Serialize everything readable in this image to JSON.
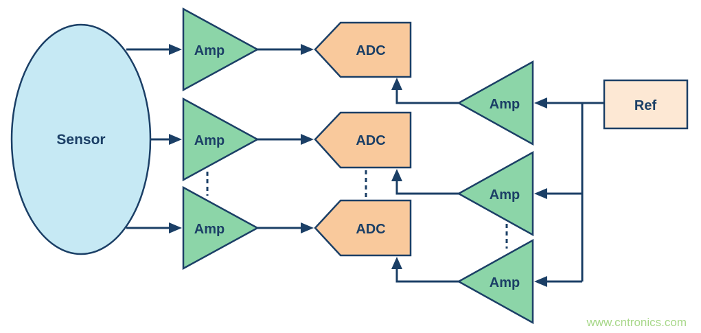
{
  "sensor": {
    "label": "Sensor"
  },
  "amps": {
    "a1": "Amp",
    "a2": "Amp",
    "a3": "Amp",
    "r1": "Amp",
    "r2": "Amp",
    "r3": "Amp"
  },
  "adcs": {
    "d1": "ADC",
    "d2": "ADC",
    "d3": "ADC"
  },
  "ref": {
    "label": "Ref"
  },
  "watermark": "www.cntronics.com"
}
